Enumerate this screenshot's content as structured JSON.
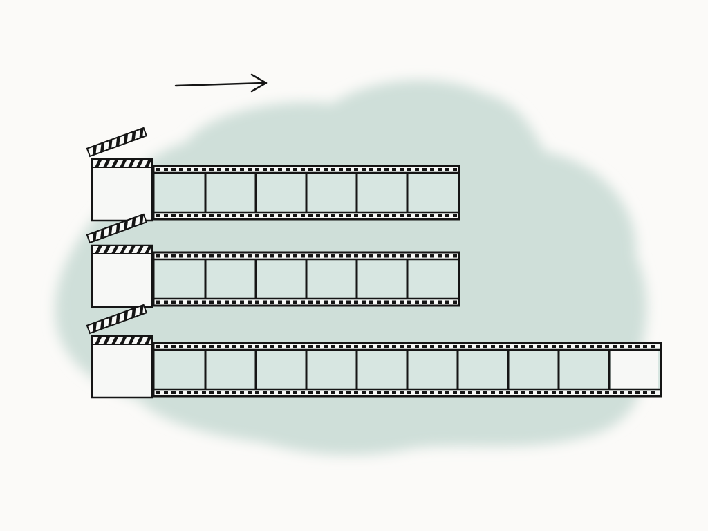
{
  "colors": {
    "background": "#fbfaf8",
    "wash": "#cfdfd9",
    "ink": "#151515",
    "frame_fill": "#d7e6e1",
    "slate_fill": "#f7f8f6"
  },
  "icons": {
    "direction": "arrow-right-icon",
    "slate": "clapperboard-icon",
    "strip": "film-strip"
  },
  "rows": [
    {
      "id": "clip-1",
      "frames": 6
    },
    {
      "id": "clip-2",
      "frames": 6
    },
    {
      "id": "clip-3",
      "frames": 10
    }
  ]
}
